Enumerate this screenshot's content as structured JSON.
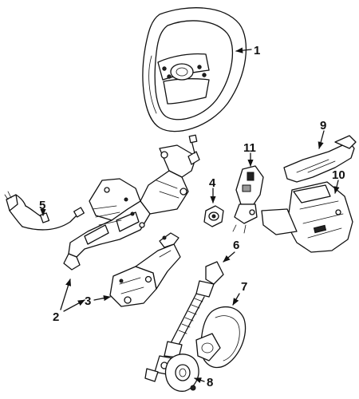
{
  "callouts": {
    "c1": "1",
    "c2": "2",
    "c3": "3",
    "c4": "4",
    "c5": "5",
    "c6": "6",
    "c7": "7",
    "c8": "8",
    "c9": "9",
    "c10": "10",
    "c11": "11"
  },
  "colors": {
    "line": "#111111",
    "background": "#ffffff",
    "fill_dark": "#222222",
    "fill_grey": "#9a9a9a"
  }
}
